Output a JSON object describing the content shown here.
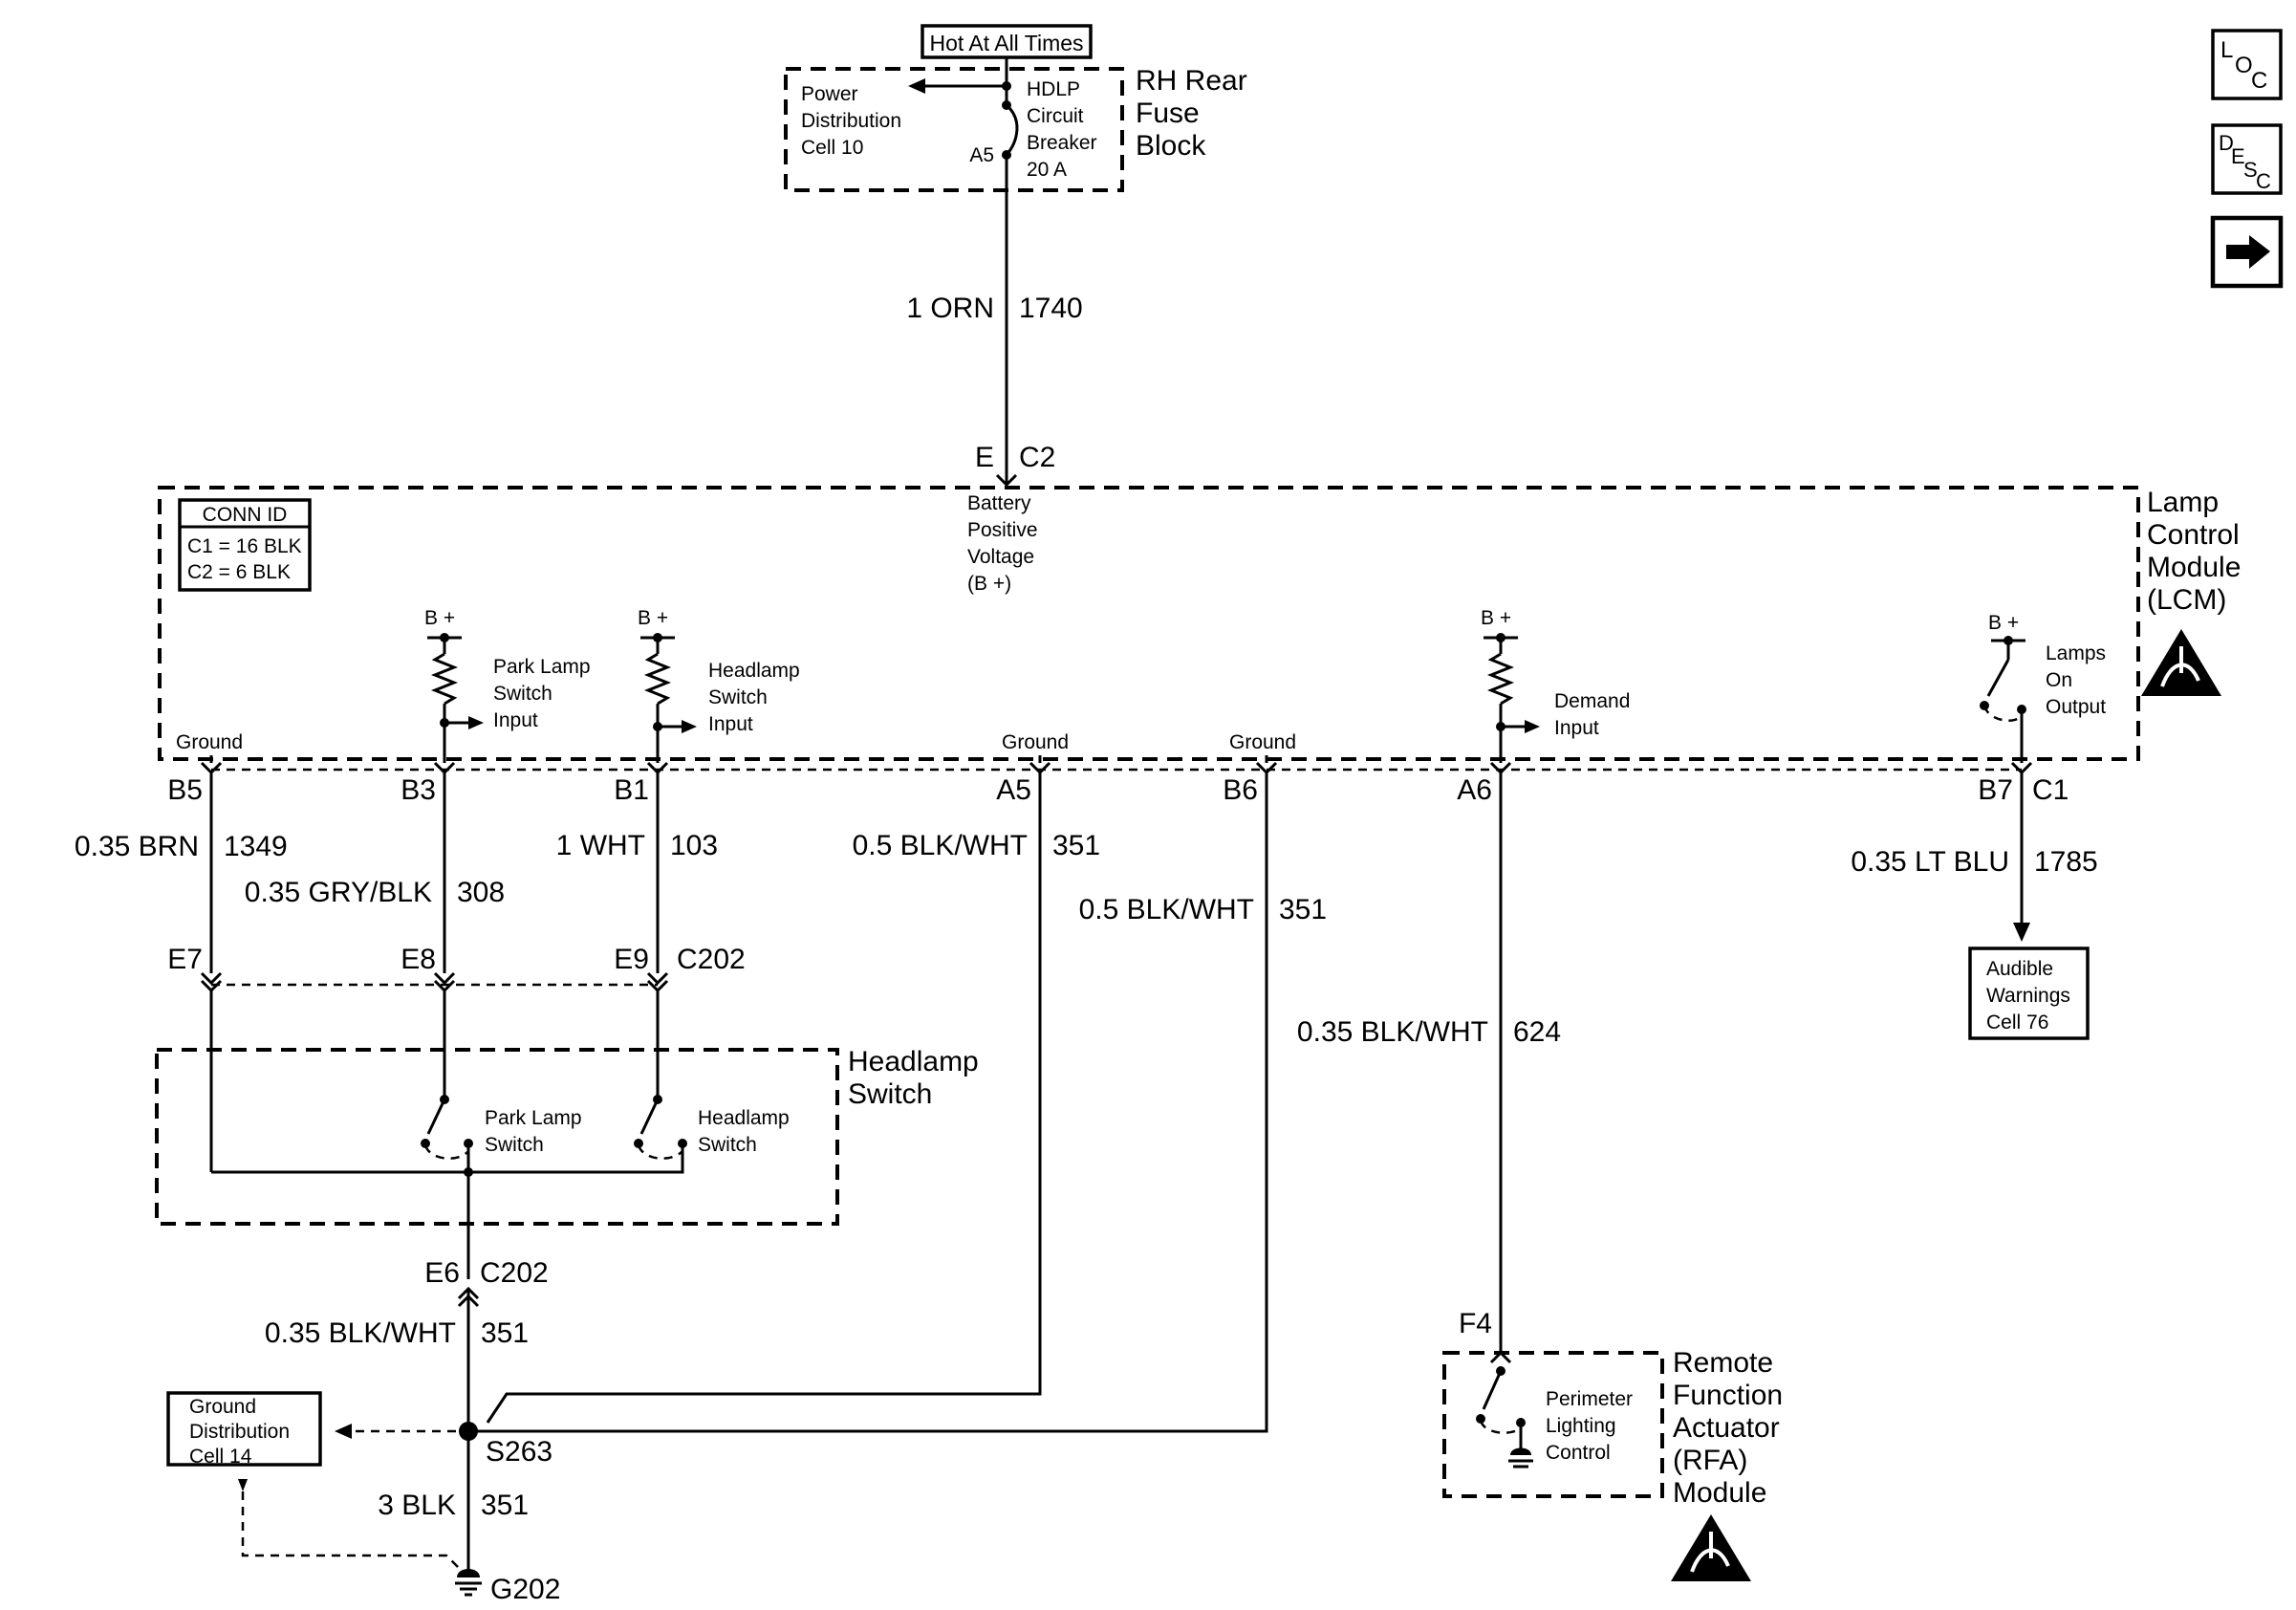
{
  "power": {
    "hot_label": "Hot At All Times",
    "fuse_block": [
      "RH Rear",
      "Fuse",
      "Block"
    ],
    "pdc": [
      "Power",
      "Distribution",
      "Cell 10"
    ],
    "breaker": [
      "HDLP",
      "Circuit",
      "Breaker",
      "20 A"
    ],
    "pin_a5": "A5",
    "wire_color": "1 ORN",
    "wire_num": "1740",
    "pin_e": "E",
    "conn_c2": "C2"
  },
  "lcm": {
    "title": [
      "Lamp",
      "Control",
      "Module",
      "(LCM)"
    ],
    "conn_id": {
      "header": "CONN ID",
      "c1": "C1 = 16 BLK",
      "c2": "C2 = 6 BLK"
    },
    "battery": [
      "Battery",
      "Positive",
      "Voltage",
      "(B +)"
    ],
    "bplus": "B +",
    "ground": "Ground",
    "park_input": [
      "Park Lamp",
      "Switch",
      "Input"
    ],
    "headlamp_input": [
      "Headlamp",
      "Switch",
      "Input"
    ],
    "demand_input": [
      "Demand",
      "Input"
    ],
    "lamps_on": [
      "Lamps",
      "On",
      "Output"
    ],
    "pins": {
      "b5": "B5",
      "b3": "B3",
      "b1": "B1",
      "a5": "A5",
      "b6": "B6",
      "a6": "A6",
      "b7": "B7",
      "c1": "C1"
    }
  },
  "wires": {
    "brn": {
      "color": "0.35 BRN",
      "num": "1349"
    },
    "gry": {
      "color": "0.35 GRY/BLK",
      "num": "308"
    },
    "wht": {
      "color": "1 WHT",
      "num": "103"
    },
    "blkwht_a5": {
      "color": "0.5 BLK/WHT",
      "num": "351"
    },
    "blkwht_b6": {
      "color": "0.5 BLK/WHT",
      "num": "351"
    },
    "blkwht_a6": {
      "color": "0.35 BLK/WHT",
      "num": "624"
    },
    "ltblu": {
      "color": "0.35 LT BLU",
      "num": "1785"
    },
    "blkwht_e6": {
      "color": "0.35 BLK/WHT",
      "num": "351"
    },
    "blk_ground": {
      "color": "3 BLK",
      "num": "351"
    }
  },
  "c202": {
    "e7": "E7",
    "e8": "E8",
    "e9": "E9",
    "e6": "E6",
    "name": "C202"
  },
  "headlamp_switch": {
    "title": [
      "Headlamp",
      "Switch"
    ],
    "park": [
      "Park Lamp",
      "Switch"
    ],
    "head": [
      "Headlamp",
      "Switch"
    ]
  },
  "audible": [
    "Audible",
    "Warnings",
    "Cell 76"
  ],
  "ground_dist": [
    "Ground",
    "Distribution",
    "Cell 14"
  ],
  "splice": "S263",
  "ground_point": "G202",
  "rfa": {
    "pin": "F4",
    "title": [
      "Remote",
      "Function",
      "Actuator",
      "(RFA)",
      "Module"
    ],
    "perimeter": [
      "Perimeter",
      "Lighting",
      "Control"
    ]
  },
  "nav": {
    "loc": {
      "a": "L",
      "b": "O",
      "c": "C"
    },
    "desc": {
      "a": "D",
      "b": "E",
      "c": "S",
      "d": "C"
    }
  },
  "icons": {
    "esd": "esd-warning-icon",
    "next": "arrow-right-icon"
  }
}
